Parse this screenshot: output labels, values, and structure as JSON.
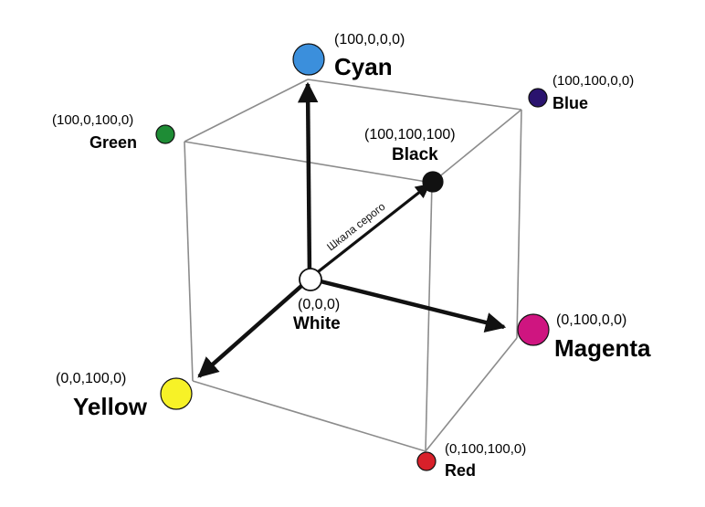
{
  "diagram": {
    "axis_label": "Шкала серого",
    "colors": {
      "cyan": "#3b8fdc",
      "blue": "#2a136e",
      "green": "#1e8c35",
      "black": "#111111",
      "white": "#ffffff",
      "magenta": "#cf1580",
      "yellow": "#f7f227",
      "red": "#d8202a",
      "edge": "#8c8c8c",
      "arrow": "#111111"
    },
    "nodes": {
      "cyan": {
        "name": "Cyan",
        "coords": "(100,0,0,0)"
      },
      "blue": {
        "name": "Blue",
        "coords": "(100,100,0,0)"
      },
      "green": {
        "name": "Green",
        "coords": "(100,0,100,0)"
      },
      "black": {
        "name": "Black",
        "coords": "(100,100,100)"
      },
      "white": {
        "name": "White",
        "coords": "(0,0,0)"
      },
      "magenta": {
        "name": "Magenta",
        "coords": "(0,100,0,0)"
      },
      "yellow": {
        "name": "Yellow",
        "coords": "(0,0,100,0)"
      },
      "red": {
        "name": "Red",
        "coords": "(0,100,100,0)"
      }
    }
  }
}
